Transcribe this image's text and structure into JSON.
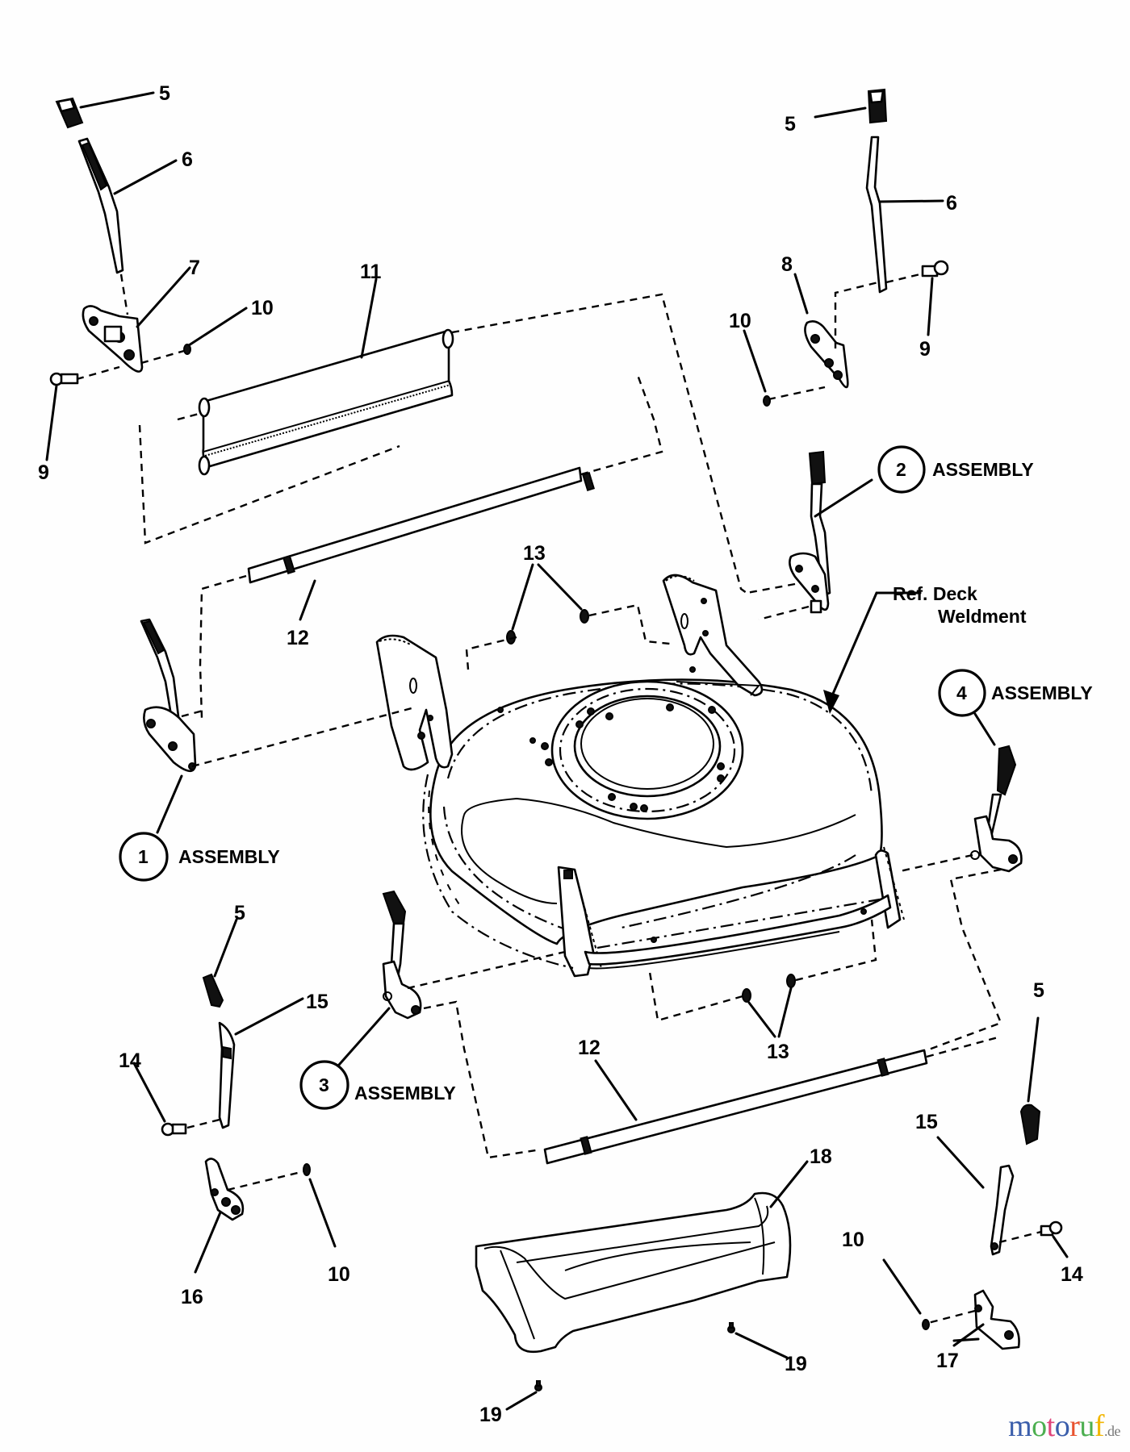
{
  "diagram": {
    "title": "Lawn mower deck height adjuster exploded parts diagram",
    "callouts": [
      {
        "id": "c5a",
        "text": "5"
      },
      {
        "id": "c6a",
        "text": "6"
      },
      {
        "id": "c7",
        "text": "7"
      },
      {
        "id": "c10a",
        "text": "10"
      },
      {
        "id": "c9a",
        "text": "9"
      },
      {
        "id": "c11",
        "text": "11"
      },
      {
        "id": "c12a",
        "text": "12"
      },
      {
        "id": "c13a",
        "text": "13"
      },
      {
        "id": "c5b",
        "text": "5"
      },
      {
        "id": "c6b",
        "text": "6"
      },
      {
        "id": "c8",
        "text": "8"
      },
      {
        "id": "c10b",
        "text": "10"
      },
      {
        "id": "c9b",
        "text": "9"
      },
      {
        "id": "c5c",
        "text": "5"
      },
      {
        "id": "c15a",
        "text": "15"
      },
      {
        "id": "c14a",
        "text": "14"
      },
      {
        "id": "c16",
        "text": "16"
      },
      {
        "id": "c10c",
        "text": "10"
      },
      {
        "id": "c12b",
        "text": "12"
      },
      {
        "id": "c13b",
        "text": "13"
      },
      {
        "id": "c5d",
        "text": "5"
      },
      {
        "id": "c15b",
        "text": "15"
      },
      {
        "id": "c18",
        "text": "18"
      },
      {
        "id": "c10d",
        "text": "10"
      },
      {
        "id": "c14b",
        "text": "14"
      },
      {
        "id": "c17",
        "text": "17"
      },
      {
        "id": "c19a",
        "text": "19"
      },
      {
        "id": "c19b",
        "text": "19"
      }
    ],
    "assemblies": [
      {
        "number": "1",
        "label": "ASSEMBLY"
      },
      {
        "number": "2",
        "label": "ASSEMBLY"
      },
      {
        "number": "3",
        "label": "ASSEMBLY"
      },
      {
        "number": "4",
        "label": "ASSEMBLY"
      }
    ],
    "reference": {
      "line1": "Ref. Deck",
      "line2": "Weldment"
    }
  },
  "watermark": {
    "letters": [
      {
        "ch": "m",
        "color": "#3b5eab"
      },
      {
        "ch": "o",
        "color": "#4caf50"
      },
      {
        "ch": "t",
        "color": "#e0457b"
      },
      {
        "ch": "o",
        "color": "#3b5eab"
      },
      {
        "ch": "r",
        "color": "#e8532f"
      },
      {
        "ch": "u",
        "color": "#4caf50"
      },
      {
        "ch": "f",
        "color": "#f2b705"
      }
    ],
    "suffix": ".de"
  }
}
